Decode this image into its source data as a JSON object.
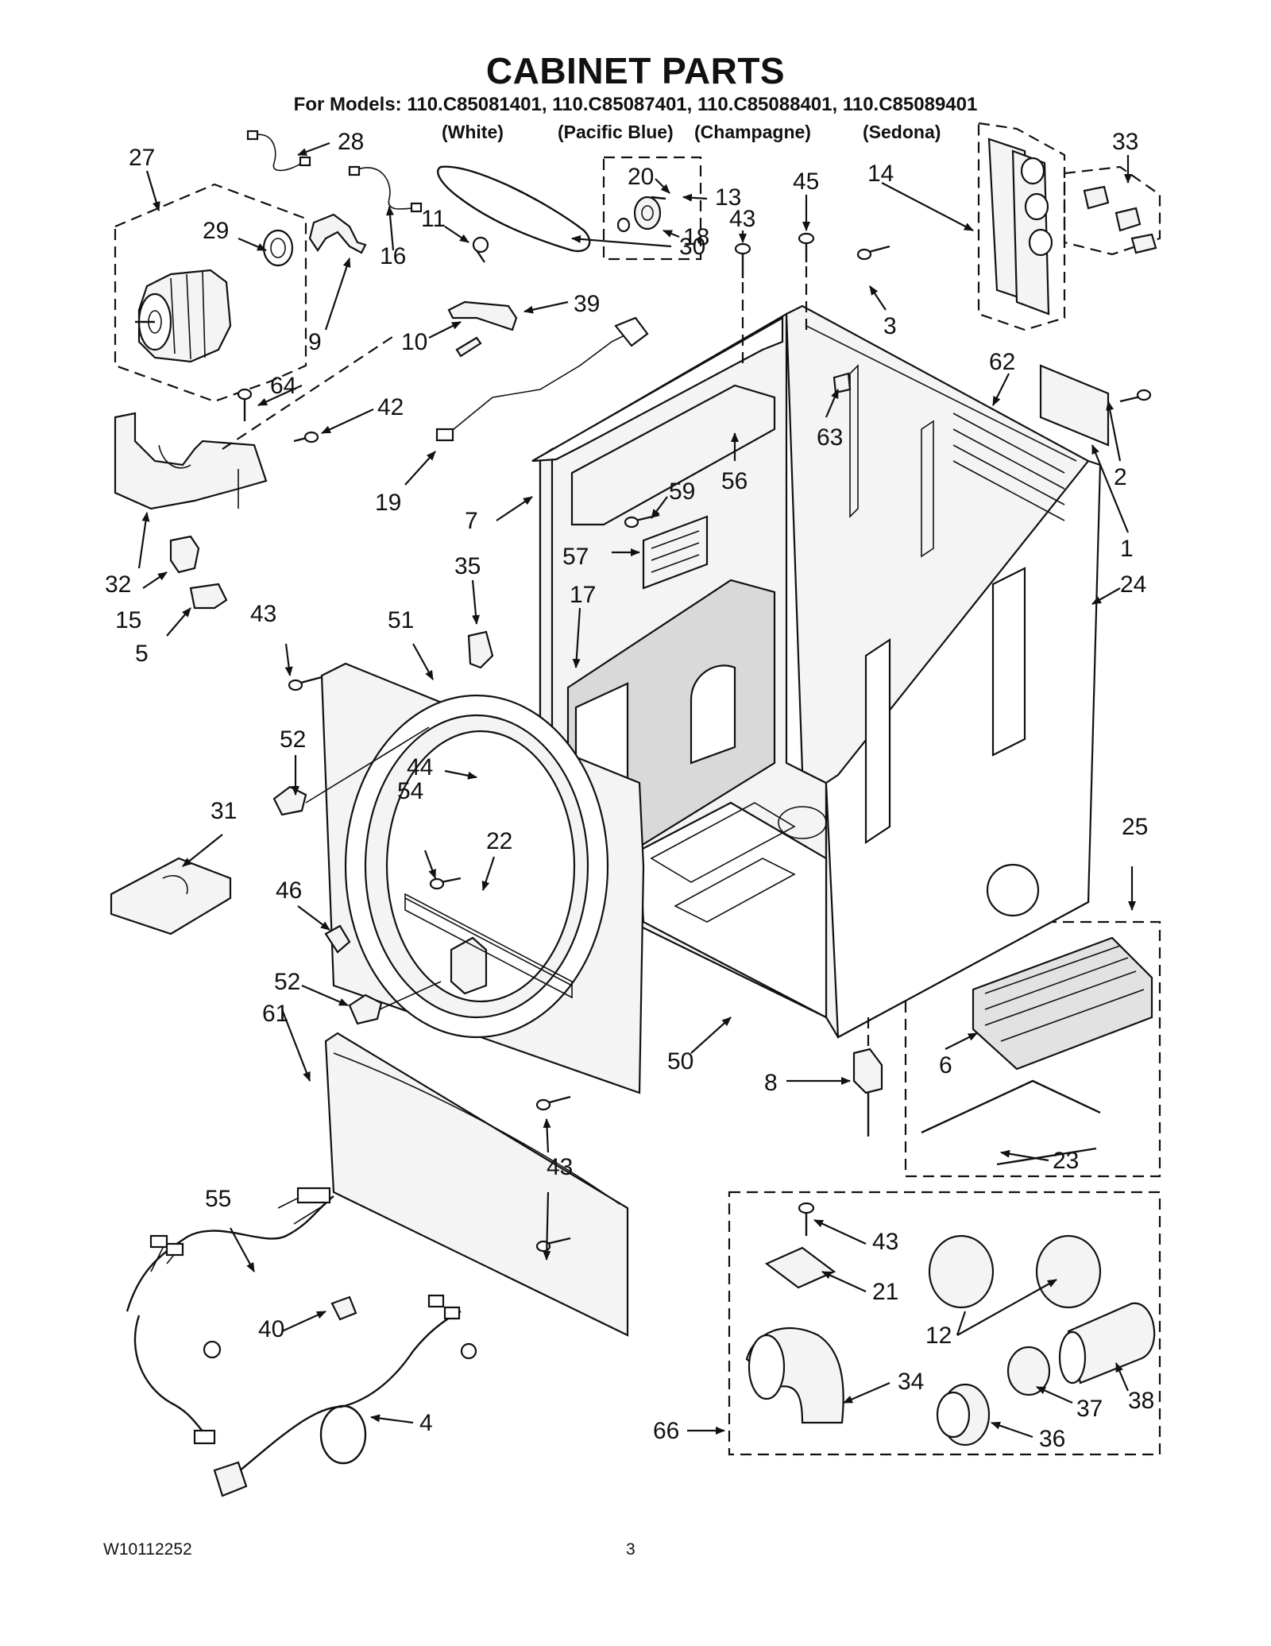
{
  "header": {
    "title": "CABINET PARTS",
    "models": "For Models: 110.C85081401, 110.C85087401, 110.C85088401, 110.C85089401",
    "colors": [
      "(White)",
      "(Pacific Blue)",
      "(Champagne)",
      "(Sedona)"
    ]
  },
  "callouts": {
    "c27": "27",
    "c28": "28",
    "c29": "29",
    "c16": "16",
    "c9": "9",
    "c11": "11",
    "c20": "20",
    "c18": "18",
    "c13": "13",
    "c30": "30",
    "c39": "39",
    "c10": "10",
    "c43a": "43",
    "c45": "45",
    "c14": "14",
    "c33": "33",
    "c3": "3",
    "c64": "64",
    "c42": "42",
    "c62": "62",
    "c63": "63",
    "c2": "2",
    "c1": "1",
    "c19": "19",
    "c56": "56",
    "c59": "59",
    "c7": "7",
    "c57": "57",
    "c35": "35",
    "c17": "17",
    "c32": "32",
    "c15": "15",
    "c5": "5",
    "c43b": "43",
    "c51": "51",
    "c24": "24",
    "c52a": "52",
    "c44": "44",
    "c54": "54",
    "c22": "22",
    "c31": "31",
    "c25": "25",
    "c46": "46",
    "c52b": "52",
    "c61": "61",
    "c50": "50",
    "c6": "6",
    "c8": "8",
    "c43c": "43",
    "c23": "23",
    "c55": "55",
    "c43d": "43",
    "c21": "21",
    "c12": "12",
    "c40": "40",
    "c34": "34",
    "c37": "37",
    "c38": "38",
    "c4": "4",
    "c66": "66",
    "c36": "36"
  },
  "footer": {
    "doc_number": "W10112252",
    "page": "3"
  }
}
